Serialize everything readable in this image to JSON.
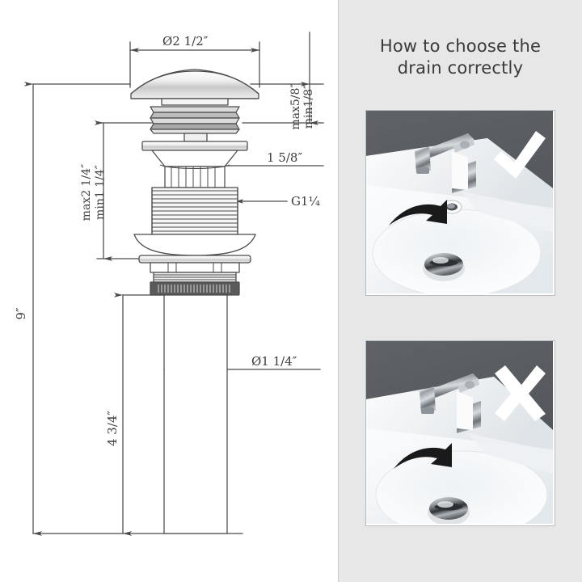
{
  "product": "pop-up sink drain stopper",
  "drawing": {
    "title_alt": "pop-up drain technical drawing",
    "dimensions": {
      "cap_diameter": "Ø2  1/2″",
      "cap_height_max": "max5/8″",
      "cap_height_min": "min1/8″",
      "body_height_max": "max2  1/4″",
      "body_height_min": "min1  1/4″",
      "flange_diameter": "1  5/8″",
      "thread_spec": "G1¼",
      "tail_diameter": "Ø1  1/4″",
      "tail_length": "4  3/4″",
      "total_height": "9″"
    },
    "line_color": "#4a4a4a",
    "text_color": "#3c3c3c"
  },
  "info": {
    "title_line1": "How to choose the",
    "title_line2": "drain correctly",
    "panel_bg": "#e7e7e7",
    "photos": [
      {
        "id": "photo-good",
        "caption_icon": "check-mark",
        "meaning": "sink WITH overflow hole — correct",
        "mark_color": "#ffffff",
        "wall_color": "#575b60",
        "basin_color": "#ffffff"
      },
      {
        "id": "photo-bad",
        "caption_icon": "cross-mark",
        "meaning": "sink WITHOUT overflow hole — incorrect",
        "mark_color": "#ffffff",
        "wall_color": "#575b60",
        "basin_color": "#ffffff"
      }
    ]
  }
}
